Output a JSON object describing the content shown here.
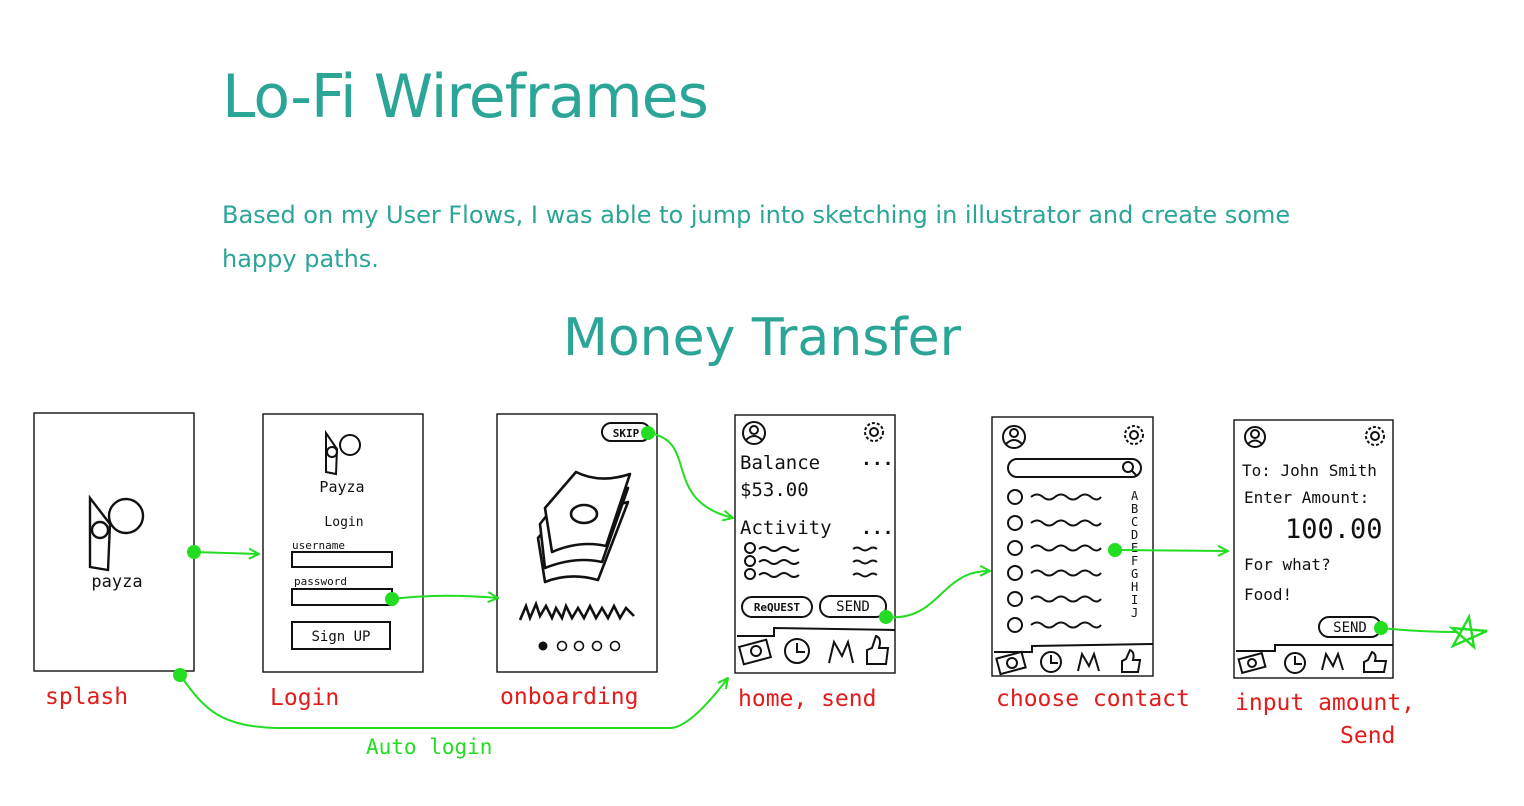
{
  "page": {
    "title": "Lo-Fi Wireframes",
    "intro": "Based on my User Flows, I was able to jump into sketching in illustrator and create some happy paths.",
    "section_title": "Money Transfer"
  },
  "colors": {
    "heading": "#2aa596",
    "sketch": "#111111",
    "flow": "#22dd22",
    "screen_label": "#e31b1b"
  },
  "screens": [
    {
      "label": "splash",
      "logo_text": "payza"
    },
    {
      "label": "Login",
      "logo_text": "Payza",
      "heading": "Login",
      "username_label": "username",
      "password_label": "password",
      "signup_button": "Sign UP"
    },
    {
      "label": "onboarding",
      "skip_button": "SKIP"
    },
    {
      "label": "home, send",
      "balance_label": "Balance",
      "balance_value": "$53.00",
      "more_1": "...",
      "activity_label": "Activity",
      "more_2": "...",
      "request_button": "ReQUEST",
      "send_button": "SEND"
    },
    {
      "label": "choose contact",
      "alphabet": [
        "A",
        "B",
        "C",
        "D",
        "E",
        "F",
        "G",
        "H",
        "I",
        "J"
      ]
    },
    {
      "label_line1": "input amount,",
      "label_line2": "Send",
      "to_line": "To: John Smith",
      "enter_amount": "Enter Amount:",
      "amount": "100.00",
      "for_what": "For what?",
      "note": "Food!",
      "send_button": "SEND"
    }
  ],
  "flows": {
    "auto_login_label": "Auto login"
  },
  "icons": [
    "avatar-icon",
    "gear-icon",
    "search-icon",
    "money-icon",
    "clock-icon",
    "chart-icon",
    "thumbs-up-icon",
    "star-icon",
    "cash-stack-icon"
  ]
}
